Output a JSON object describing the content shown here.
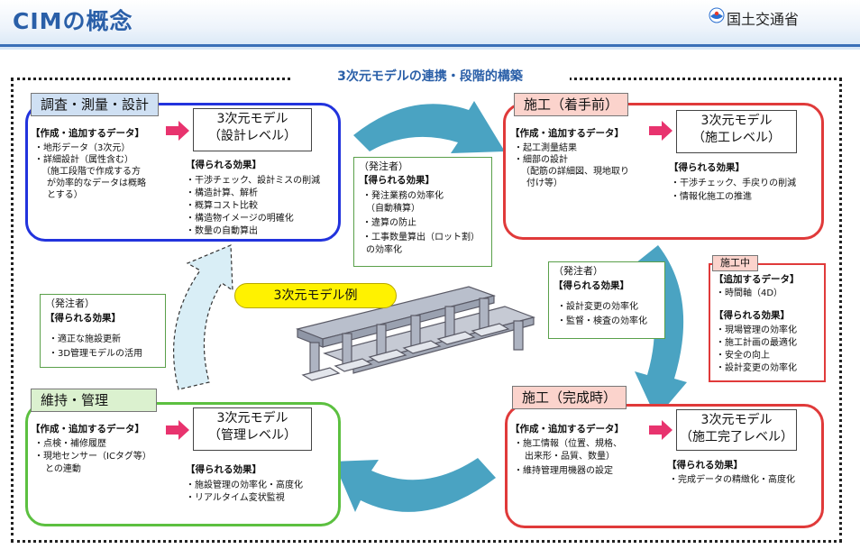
{
  "header": {
    "title": "CIMの概念",
    "org": "国土交通省"
  },
  "section_title": "3次元モデルの連携・段階的構築",
  "example_label": "3次元モデル例",
  "stages": {
    "design": {
      "tag": "調査・測量・設計",
      "data_heading": "【作成・追加するデータ】",
      "data_items": [
        "・地形データ（3次元）",
        "・詳細設計（属性含む）",
        "（施工段階で作成する方",
        "が効率的なデータは概略",
        "とする）"
      ],
      "model": [
        "3次元モデル",
        "（設計レベル）"
      ],
      "effects_heading": "【得られる効果】",
      "effects": [
        "・干渉チェック、設計ミスの削減",
        "・構造計算、解析",
        "・概算コスト比較",
        "・構造物イメージの明確化",
        "・数量の自動算出"
      ]
    },
    "pre_construction": {
      "tag": "施工（着手前）",
      "data_heading": "【作成・追加するデータ】",
      "data_items": [
        "・起工測量結果",
        "・細部の設計",
        "（配筋の詳細図、現地取り",
        "付け等）"
      ],
      "model": [
        "3次元モデル",
        "（施工レベル）"
      ],
      "effects_heading": "【得られる効果】",
      "effects": [
        "・干渉チェック、手戻りの削減",
        "・情報化施工の推進"
      ]
    },
    "during_construction": {
      "tag": "施工中",
      "data_heading": "【追加するデータ】",
      "data_items": [
        "・時間軸（4D）"
      ],
      "effects_heading": "【得られる効果】",
      "effects": [
        "・現場管理の効率化",
        "・施工計画の最適化",
        "・安全の向上",
        "・設計変更の効率化"
      ]
    },
    "completion": {
      "tag": "施工（完成時）",
      "data_heading": "【作成・追加するデータ】",
      "data_items": [
        "・施工情報（位置、規格、",
        "出来形・品質、数量）",
        "・維持管理用機器の設定"
      ],
      "model": [
        "3次元モデル",
        "（施工完了レベル）"
      ],
      "effects_heading": "【得られる効果】",
      "effects": [
        "・完成データの精緻化・高度化"
      ]
    },
    "maintenance": {
      "tag": "維持・管理",
      "data_heading": "【作成・追加するデータ】",
      "data_items": [
        "・点検・補修履歴",
        "・現地センサー（ICタグ等）",
        "との連動"
      ],
      "model": [
        "3次元モデル",
        "（管理レベル）"
      ],
      "effects_heading": "【得られる効果】",
      "effects": [
        "・施設管理の効率化・高度化",
        "・リアルタイム変状監視"
      ]
    }
  },
  "orderer_boxes": {
    "top": {
      "title": "（発注者）",
      "heading": "【得られる効果】",
      "items": [
        "・発注業務の効率化",
        "（自動積算）",
        "・違算の防止",
        "・工事数量算出（ロット割）",
        "の効率化"
      ]
    },
    "right": {
      "title": "（発注者）",
      "heading": "【得られる効果】",
      "items": [
        "・設計変更の効率化",
        "・監督・検査の効率化"
      ]
    },
    "left": {
      "title": "（発注者）",
      "heading": "【得られる効果】",
      "items": [
        "・適正な施設更新",
        "・3D管理モデルの活用"
      ]
    }
  },
  "colors": {
    "blue": "#2233dd",
    "red": "#e03a3a",
    "green": "#5cc040",
    "arrow": "#4aa3c2",
    "pink": "#e8336e"
  }
}
